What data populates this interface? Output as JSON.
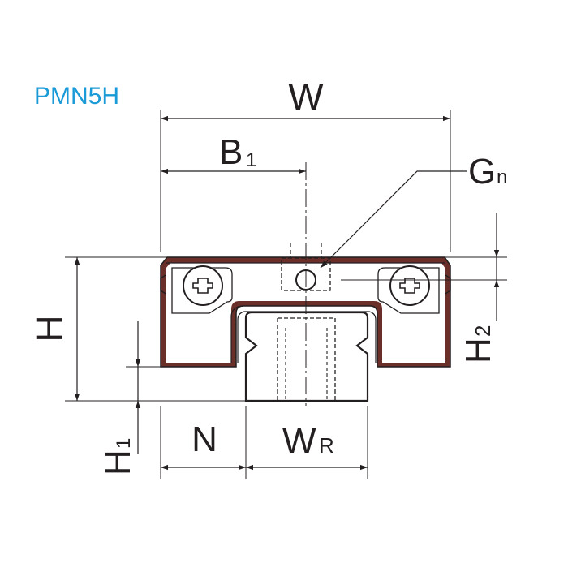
{
  "model": "PMN5H",
  "colors": {
    "model_label": "#1a9ad6",
    "outline": "#231f20",
    "block_fill": "#6b2f2a",
    "background": "#ffffff"
  },
  "dimensions": {
    "W": "W",
    "B": "B",
    "B_sub": "1",
    "G": "G",
    "G_sub": "n",
    "H": "H",
    "H2": "H",
    "H2_sub": "2",
    "H1": "H",
    "H1_sub": "1",
    "N": "N",
    "WR": "W",
    "WR_sub": "R"
  }
}
